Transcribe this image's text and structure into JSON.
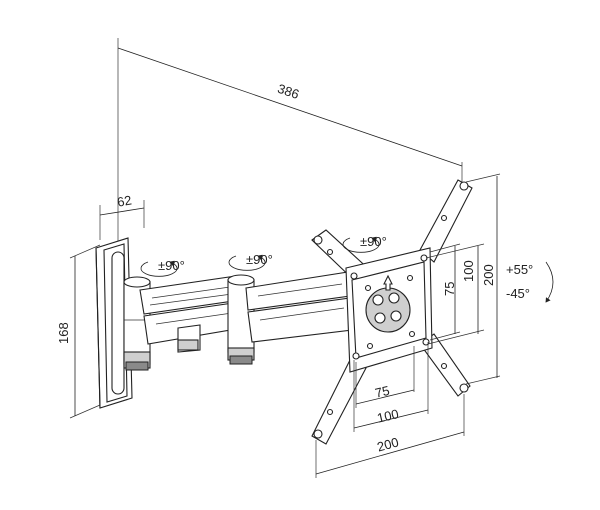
{
  "dimensions": {
    "total_reach": "386",
    "wall_plate_depth": "62",
    "wall_plate_height": "168",
    "vesa_h_inner": "75",
    "vesa_h_mid": "100",
    "vesa_h_outer": "200",
    "vesa_v_inner": "75",
    "vesa_v_mid": "100",
    "vesa_v_outer": "200"
  },
  "rotations": {
    "joint_1": "±90°",
    "joint_2": "±90°",
    "head": "±90°"
  },
  "tilt": {
    "up": "+55°",
    "down": "-45°"
  }
}
